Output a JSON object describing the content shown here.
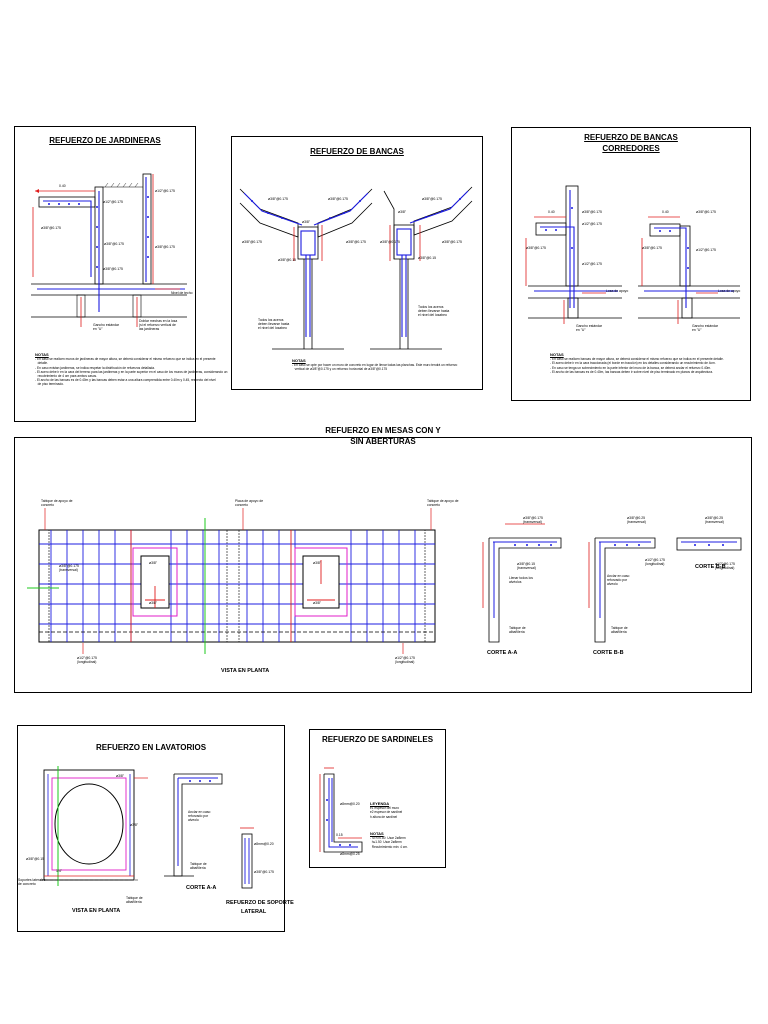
{
  "colors": {
    "line": "#000000",
    "rebar": "#1c1ce0",
    "dim": "#e01c1c",
    "magenta": "#e01cc8",
    "green": "#1cc81c",
    "black": "#000000"
  },
  "panels": {
    "jardineras": {
      "title": "REFUERZO DE JARDINERAS",
      "labels": [
        "0.40",
        "ø1/2\"@0.175",
        "ø3/8\"@0.175",
        "ø3/8\"@0.175",
        "ø1/2\"@0.175",
        "ø3/8\"@0.175",
        "ø3/8\"@0.175",
        "Nivel de techo",
        "Gancho estándar en \"U\"",
        "Doblar mechas en la losa (si el refuerzo vertical de las jardineras"
      ],
      "notes_title": "NOTAS",
      "notes": [
        "- En caso se realicen muros de jardineras de mayor altura, se deberá considerar el mismo refuerzo que se indica en el presente",
        "   detalle.",
        "- En caso existan jardineras, se indica respetar la distribución de refuerzos detallada.",
        "- El acero debe ir en la cara del terreno para las jardineras y en la parte superior en el caso de los muros de jardineras, considerando un",
        "   recubrimiento de 4 cm para ambos casos.",
        "- El ancho de las bancas es de 0.40m y las bancas deben estar a una altura comprendida entre 0.40m y 0.45, respecto del nivel",
        "   de piso terminado."
      ]
    },
    "bancas": {
      "title": "REFUERZO DE BANCAS",
      "labels": [
        "ø3/8\"@0.175",
        "ø3/8\"@0.175",
        "ø3/8\"@0.175",
        "ø3/8\"@0.175",
        "ø3/8\"@0.175",
        "ø3/8\"",
        "ø3/8\"",
        "ø3/8\"@0.175",
        "ø3/8\"@0.175",
        "ø3/8\"@0.15",
        "ø3/8\"@0.15",
        "Todos los aceros deben llevarse hasta el nivel del losabeo",
        "Todos los aceros deben llevarse hasta el nivel del losabeo"
      ],
      "notes_title": "NOTAS",
      "notes": [
        "- En caso se opte por hacer un muro de concreto en lugar de llenar todas las planchas. Este muro tendrá un refuerzo",
        "   vertical de ø3/8\"@0.175 y un refuerzo horizontal de ø3/8\"@0.175"
      ]
    },
    "bancas_corredores": {
      "title_line1": "REFUERZO DE BANCAS",
      "title_line2": "CORREDORES",
      "labels": [
        "0.40",
        "0.40",
        "ø3/8\"@0.175",
        "ø1/2\"@0.175",
        "ø3/8\"@0.175",
        "ø1/2\"@0.175",
        "ø3/8\"@0.175",
        "ø1/2\"@0.175",
        "ø3/8\"@0.175",
        "Losa de apoyo",
        "Losa de apoyo",
        "Gancho estándar en \"U\"",
        "Gancho estándar en \"U\""
      ],
      "notes_title": "NOTAS",
      "notes": [
        "- En caso se realicen bancas de mayor altura, se deberá considerar el mismo refuerzo que se indica en el presente detalle.",
        "- El acero debe ir en la cara traccionada (el borde en tracción) en los detalles considerando un recubrimiento de 4cm.",
        "- En caso se tenga un sobrecimiento en la parte inferior del muro de la banca, se deberá anclar el refuerzo 0.40m.",
        "- El ancho de las bancas es de 0.40m, las bancas deben ir sobre nivel de piso terminado en planos de arquitectura."
      ]
    },
    "mesas": {
      "title_line1": "REFUERZO EN MESAS CON Y",
      "title_line2": "SIN ABERTURAS",
      "plan_caption": "VISTA EN PLANTA",
      "labels": [
        "Tabique de apoyo de concreto",
        "Placa de apoyo de concreto",
        "Tabique de apoyo de concreto",
        "ø3/8\"@0.175 (transversal)",
        "ø3/8\"",
        "ø3/8\"",
        "ø3/8\"",
        "ø3/8\"",
        "ø1/2\"@0.175 (longitudinal)",
        "ø1/2\"@0.175 (longitudinal)",
        "ø3/8\"@0.175 (transversal)",
        "ø3/8\"@0.15 (transversal)",
        "Llenar todos los alvéolos",
        "Tabique de albañilería",
        "ø3/8\"@0.25 (transversal)",
        "ø1/2\"@0.175 (longitudinal)",
        "Anclar en caso reforzado por alveolo",
        "Tabique de albañilería",
        "ø3/8\"@0.25 (transversal)",
        "ø1/2\"@0.175 (longitudinal)"
      ],
      "sections": [
        "CORTE A-A",
        "CORTE B-B",
        "CORTE B-B"
      ]
    },
    "lavatorios": {
      "title": "REFUERZO EN LAVATORIOS",
      "plan_caption": "VISTA EN PLANTA",
      "section_caption": "CORTE A-A",
      "soporte_line1": "REFUERZO DE SOPORTE",
      "soporte_line2": "LATERAL",
      "labels": [
        "ø3/8\"",
        "ø3/8\"",
        "Soportes laterales de concreto",
        "1/4\"",
        "Tabique de albañilería",
        "Anclar en caso reforzado por alveolo",
        "Tabique de albañilería",
        "ø8mm@0.20",
        "ø3/8\"@0.175",
        "ø3/8\"@0.15"
      ]
    },
    "sardineles": {
      "title": "REFUERZO DE SARDINELES",
      "labels": [
        "ø8mm@0.20",
        "ø8mm@0.25",
        "0.15",
        "LEYENDA",
        "e1 espesor del muro",
        "e2 espesor de sardinel",
        "h altura de sardinel",
        "NOTAS",
        "- Si h>0.80  Usar 2ø8mm",
        "  h≤1.50  Usar 2ø8mm",
        "  Recubrimiento min: 4 cm."
      ]
    }
  }
}
